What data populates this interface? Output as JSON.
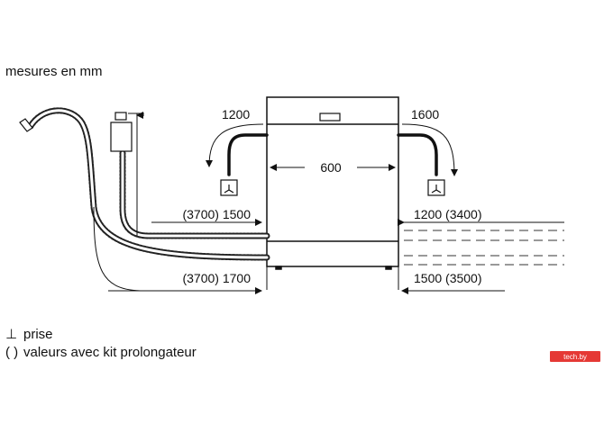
{
  "units_note": "mesures en mm",
  "dimensions": {
    "top_left": "1200",
    "top_right": "1600",
    "width": "600",
    "mid_left": "(3700) 1500",
    "mid_right": "1200 (3400)",
    "bottom_left": "(3700) 1700",
    "bottom_right": "1500 (3500)"
  },
  "legend": {
    "socket_symbol": "⊥",
    "socket_label": "prise",
    "parentheses_symbol": "( )",
    "parentheses_label": "valeurs avec kit prolongateur"
  },
  "watermark": {
    "text": "tech.by"
  },
  "colors": {
    "line": "#111111",
    "hose": "#222222",
    "watermark_bg": "#e53935"
  }
}
